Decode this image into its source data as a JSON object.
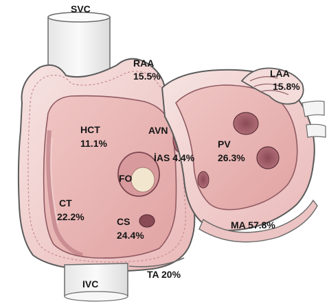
{
  "labels": {
    "svc": "SVC",
    "raa": {
      "name": "RAA",
      "value": "15.5%"
    },
    "laa": {
      "name": "LAA",
      "value": "15.8%"
    },
    "hct": {
      "name": "HCT",
      "value": "11.1%"
    },
    "avn": "AVN",
    "ias": {
      "name": "İAS",
      "value": "4.4%"
    },
    "pv": {
      "name": "PV",
      "value": "26.3%"
    },
    "fo": "FO",
    "ct": {
      "name": "CT",
      "value": "22.2%"
    },
    "cs": {
      "name": "CS",
      "value": "24.4%"
    },
    "ma": {
      "name": "MA",
      "value": "57.8%"
    },
    "ivc": "IVC",
    "ta": {
      "name": "TA",
      "value": "20%"
    }
  },
  "colors": {
    "wall_light": "#f3dcda",
    "wall_mid": "#e6aeb0",
    "cavity": "#e8b2b0",
    "cavity_dark": "#c98a8e",
    "pouch": "#9e5f6a",
    "outline": "#5a5a5a",
    "vessel": "#f4f4f4",
    "text": "#151515"
  }
}
